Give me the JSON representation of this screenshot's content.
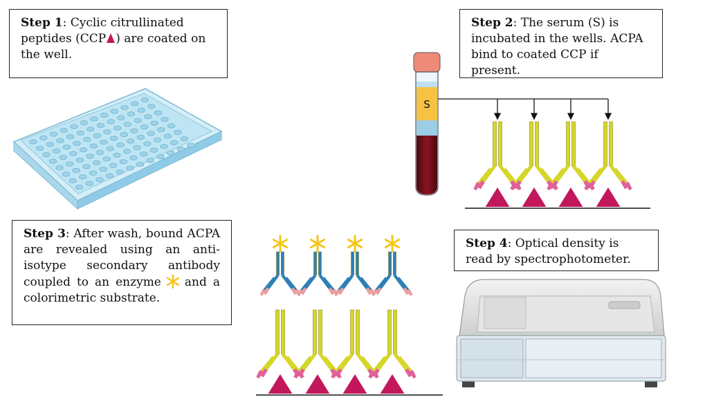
{
  "step1": {
    "label": "Step 1",
    "text_a": ": Cyclic citrullinated peptides (CCP",
    "text_b": ") are coated on the well."
  },
  "step2": {
    "label": "Step 2",
    "text": ": The serum (S) is incubated in the wells. ACPA bind to coated CCP if present."
  },
  "step3": {
    "label": "Step 3",
    "text_a": ": After wash, bound ACPA are revealed using an anti-isotype secondary antibody coupled to an enzyme",
    "text_b": "and a colorimetric substrate."
  },
  "step4": {
    "label": "Step 4",
    "text": ": Optical density is read by spectrophotometer."
  },
  "tube": {
    "label": "S"
  },
  "colors": {
    "ccp": "#c2185b",
    "acpa": "#d6d62a",
    "secondary": "#2f7fb5",
    "enzyme": "#f5c518",
    "blood": "#6b0f1a",
    "serum": "#f5c242"
  }
}
